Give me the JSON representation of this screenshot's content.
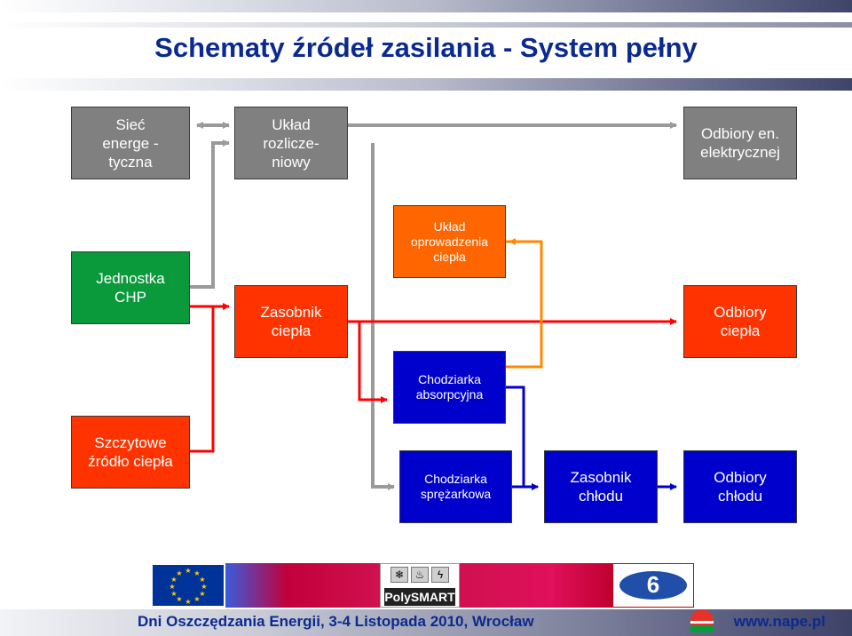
{
  "title": "Schematy źródeł zasilania - System pełny",
  "boxes": {
    "siec": "Sieć\nenerge -\ntyczna",
    "uklad_rozliczeniowy": "Układ\nrozlicze-\nniowy",
    "odbiory_en": "Odbiory en.\nelektrycznej",
    "chp": "Jednostka\nCHP",
    "zasobnik_ciepla": "Zasobnik\nciepła",
    "uklad_oprowadzenia": "Układ\noprowadzenia\nciepła",
    "odbiory_ciepla": "Odbiory\nciepła",
    "chodziarka_abs": "Chodziarka\nabsorpcyjna",
    "szczytowe": "Szczytowe\nźródło ciepła",
    "chodziarka_spr": "Chodziarka\nsprężarkowa",
    "zasobnik_chlodu": "Zasobnik\nchłodu",
    "odbiory_chlodu": "Odbiory\nchłodu"
  },
  "colors": {
    "gray": "#808080",
    "green": "#0a9a3c",
    "red": "#ff3300",
    "orange": "#ff6600",
    "blue": "#0000cc",
    "title": "#0b2a8f"
  },
  "footer": {
    "event": "Dni Oszczędzania Energii, 3-4 Listopada 2010, Wrocław",
    "url": "www.nape.pl",
    "logo_text": "PolySMART"
  }
}
